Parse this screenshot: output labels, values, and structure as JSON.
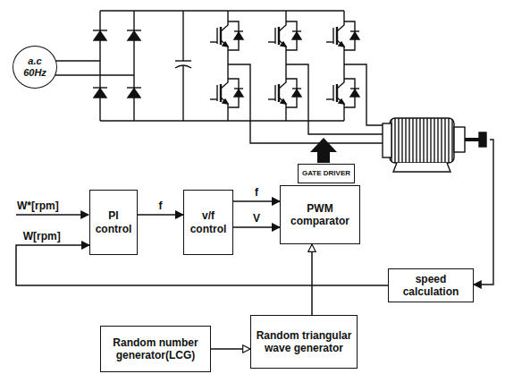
{
  "diagram": {
    "nodes": [
      {
        "text": [
          "a.c 60Hz"
        ]
      },
      {
        "text": [
          "PI control"
        ]
      },
      {
        "text": [
          "v/f control"
        ]
      },
      {
        "text": [
          "PWM comparator"
        ]
      },
      {
        "text": [
          "GATE DRIVER"
        ]
      },
      {
        "text": [
          "speed calculation"
        ]
      },
      {
        "text": [
          "Random number generator(LCG)"
        ]
      },
      {
        "text": [
          "Random triangular wave generator"
        ]
      }
    ],
    "edges": [
      {
        "from": 1,
        "to": 2,
        "label": "f",
        "arrow": "to"
      },
      {
        "from": 2,
        "to": 3,
        "label": "f",
        "arrow": "to"
      },
      {
        "from": 2,
        "to": 3,
        "label": "V",
        "arrow": "to"
      },
      {
        "from": 5,
        "to": 1,
        "label": "W[rpm]",
        "arrow": "to"
      },
      {
        "from": 6,
        "to": 7,
        "arrow": "to"
      },
      {
        "from": 7,
        "to": 3,
        "arrow": "to"
      }
    ],
    "labels": [
      "W*[rpm]"
    ]
  }
}
